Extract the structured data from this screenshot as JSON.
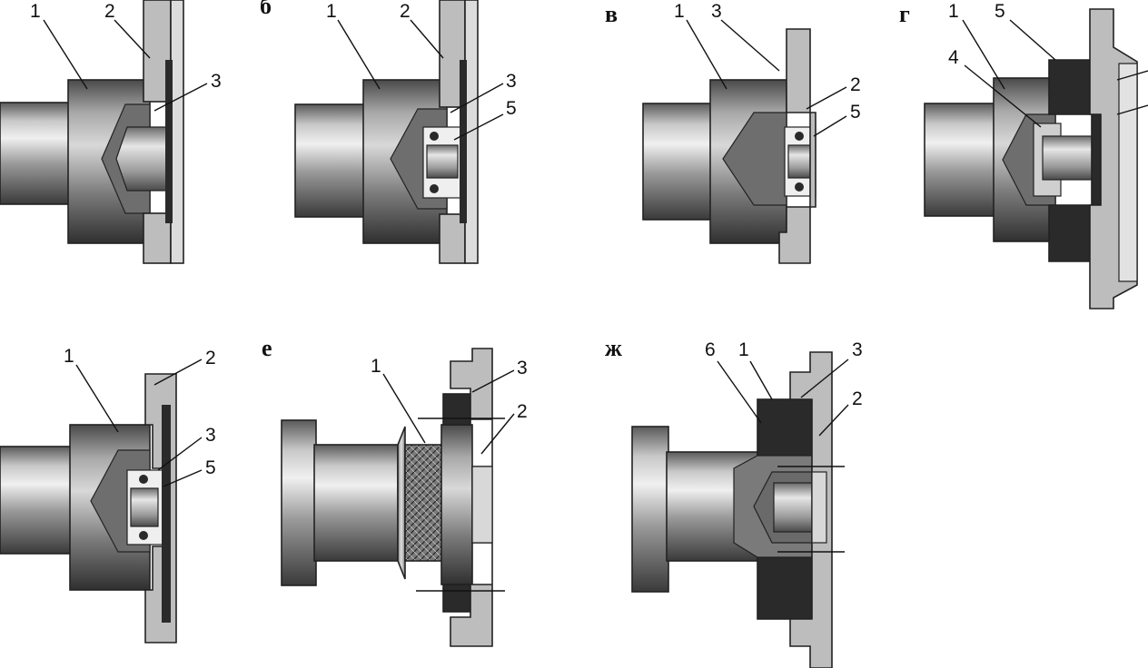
{
  "panels": [
    {
      "letter": "",
      "labels": [
        "1",
        "2",
        "3"
      ]
    },
    {
      "letter": "б",
      "labels": [
        "1",
        "2",
        "3",
        "5"
      ]
    },
    {
      "letter": "в",
      "labels": [
        "1",
        "3",
        "2",
        "5"
      ]
    },
    {
      "letter": "г",
      "labels": [
        "1",
        "5",
        "4"
      ]
    },
    {
      "letter": "",
      "labels": [
        "1",
        "2",
        "3",
        "5"
      ]
    },
    {
      "letter": "е",
      "labels": [
        "1",
        "3",
        "2"
      ]
    },
    {
      "letter": "ж",
      "labels": [
        "6",
        "1",
        "3",
        "2"
      ]
    }
  ],
  "colors": {
    "shaft_light": "#d4d4d4",
    "shaft_mid": "#8c8c8c",
    "shaft_dark": "#3c3c3c",
    "hub_dark": "#2a2a2a",
    "plate": "#bdbdbd",
    "lines": "#111111"
  }
}
